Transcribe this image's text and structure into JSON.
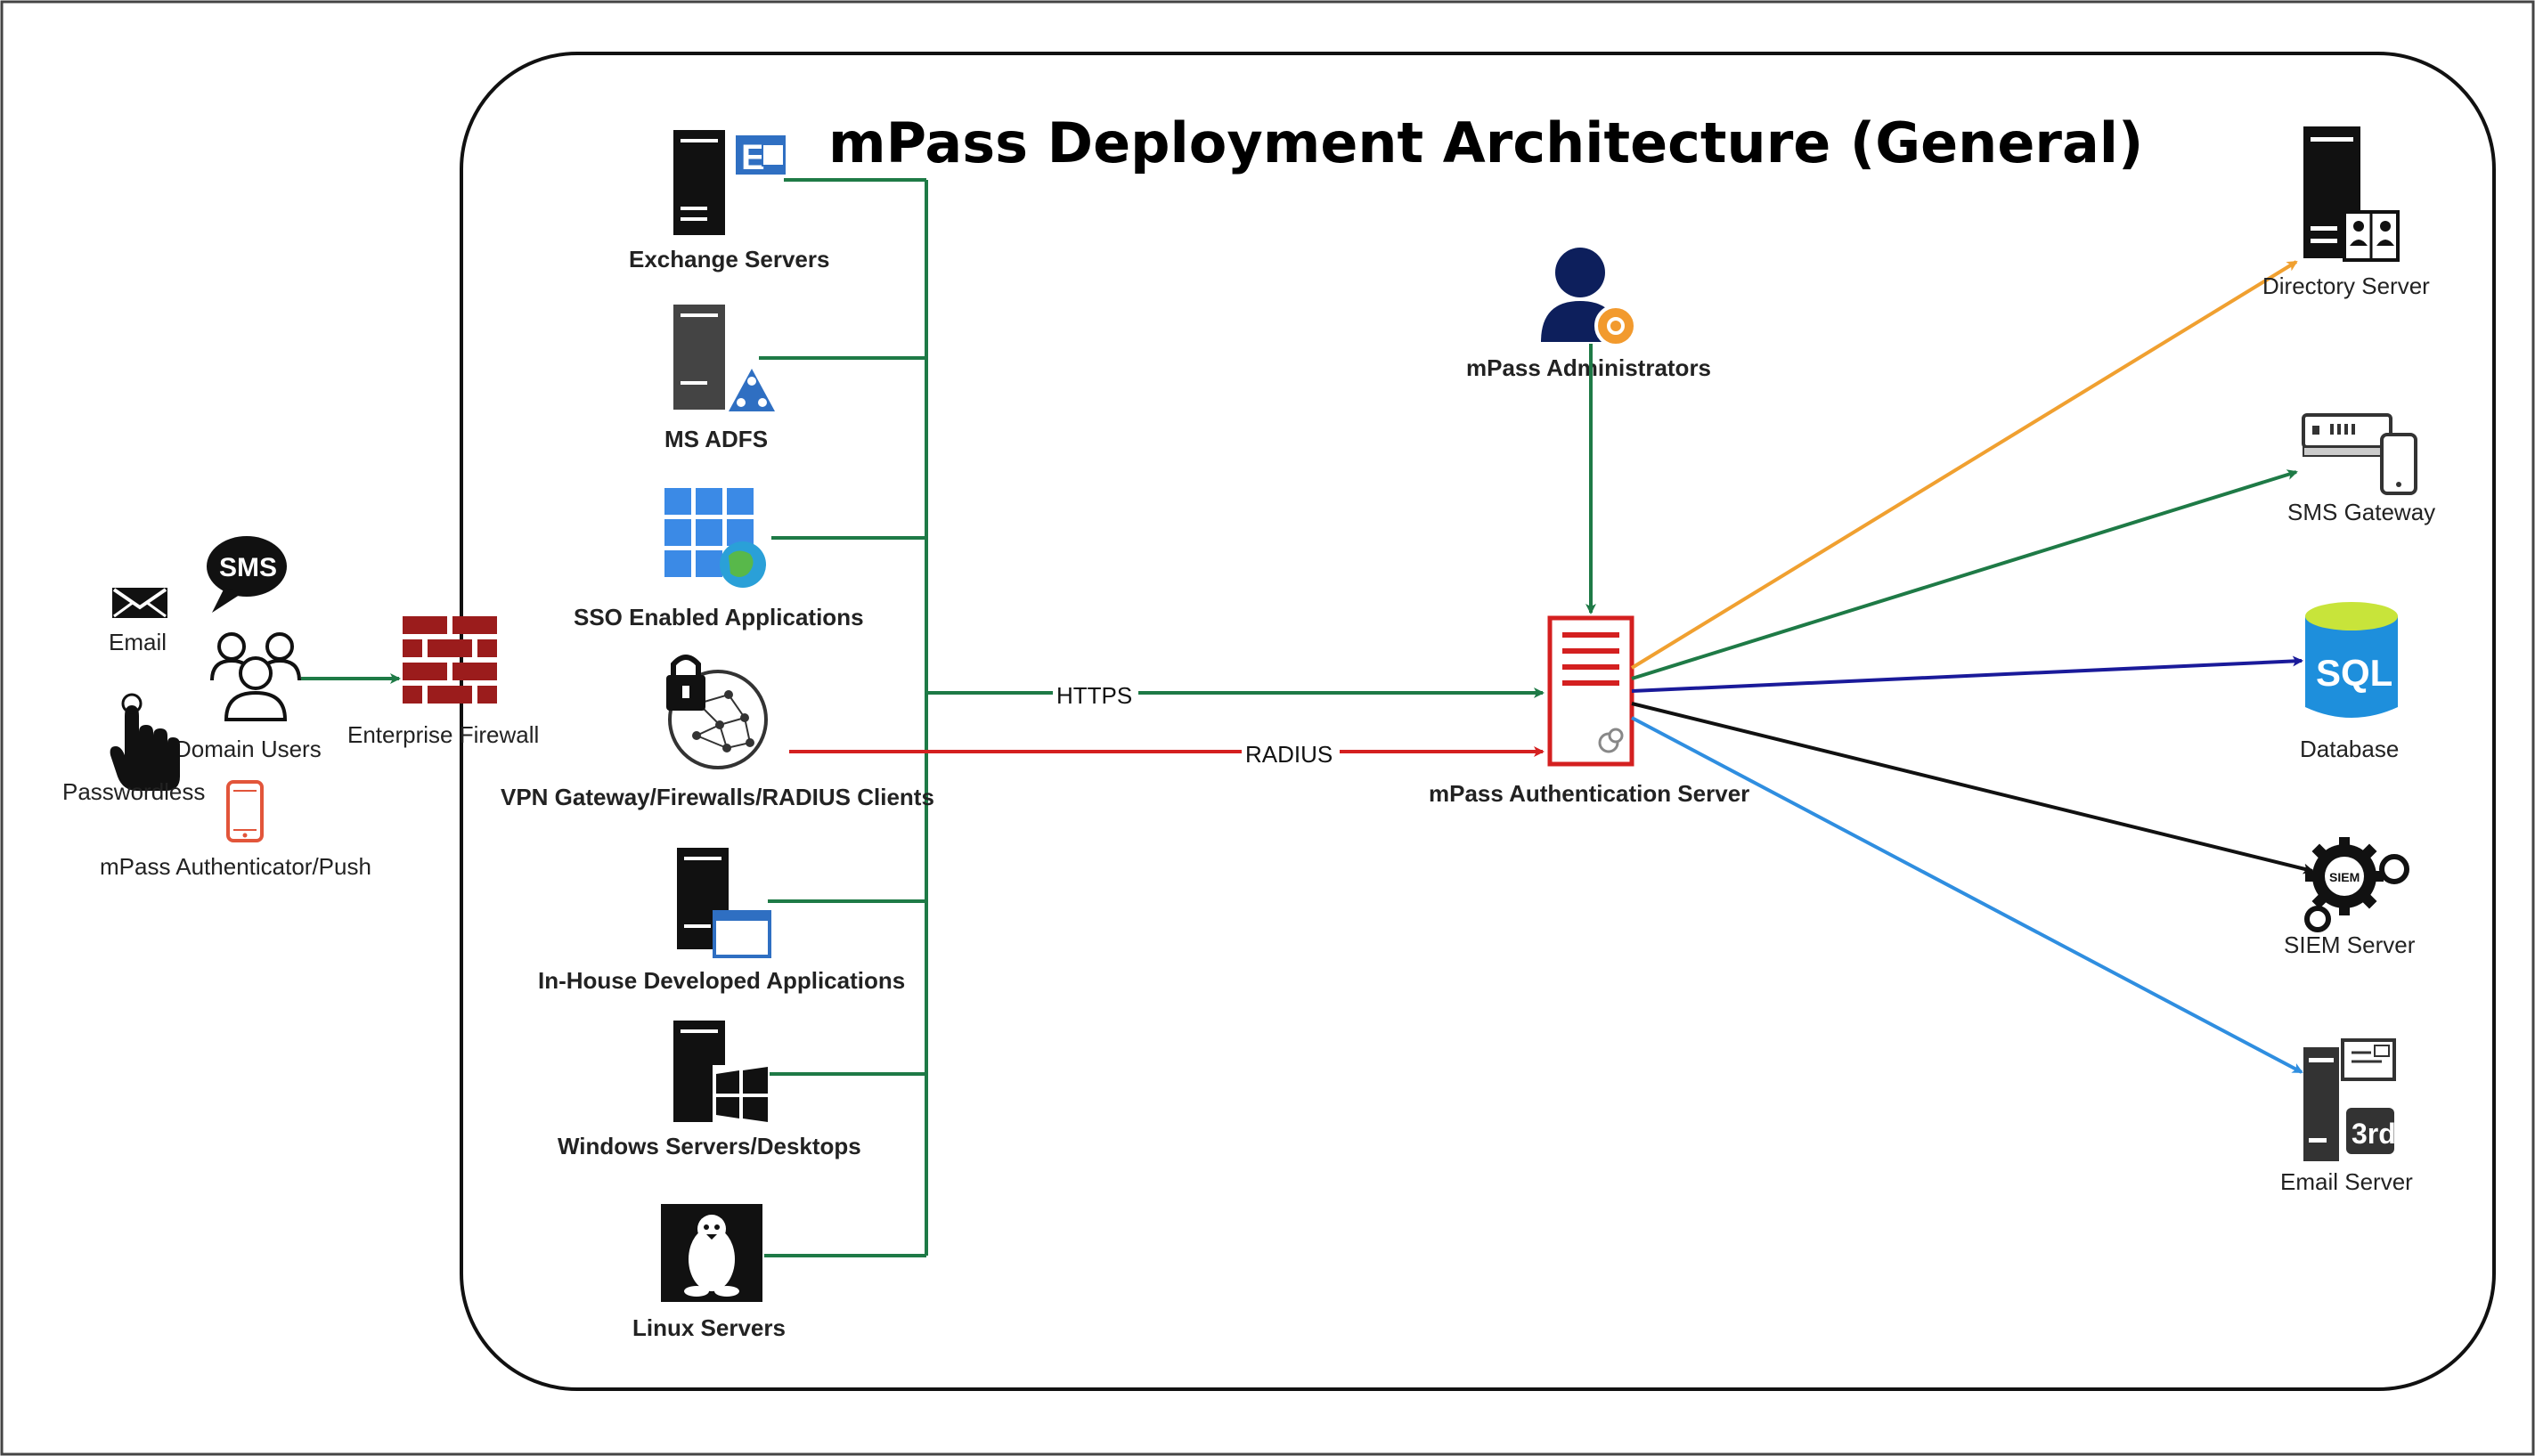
{
  "title": "mPass Deployment Architecture (General)",
  "left_group": {
    "email": "Email",
    "sms_bubble": "SMS",
    "domain_users": "Domain Users",
    "passwordless": "Passwordless",
    "authenticator": "mPass Authenticator/Push",
    "firewall": "Enterprise Firewall"
  },
  "clients": [
    {
      "label": "Exchange Servers",
      "icon": "exchange-server-icon"
    },
    {
      "label": "MS ADFS",
      "icon": "adfs-server-icon"
    },
    {
      "label": "SSO Enabled Applications",
      "icon": "sso-apps-icon"
    },
    {
      "label": "VPN Gateway/Firewalls/RADIUS Clients",
      "icon": "vpn-gateway-icon"
    },
    {
      "label": "In-House Developed Applications",
      "icon": "inhouse-apps-icon"
    },
    {
      "label": "Windows Servers/Desktops",
      "icon": "windows-server-icon"
    },
    {
      "label": "Linux Servers",
      "icon": "linux-server-icon"
    }
  ],
  "edges": {
    "https": "HTTPS",
    "radius": "RADIUS"
  },
  "center": {
    "admins": "mPass Administrators",
    "auth_server": "mPass Authentication Server"
  },
  "targets": [
    {
      "label": "Directory Server",
      "icon": "directory-server-icon",
      "color": "#f0a030"
    },
    {
      "label": "SMS Gateway",
      "icon": "sms-gateway-icon",
      "color": "#1e7a46"
    },
    {
      "label": "Database",
      "icon": "sql-database-icon",
      "color": "#1a1a9a"
    },
    {
      "label": "SIEM Server",
      "icon": "siem-gear-icon",
      "color": "#111111"
    },
    {
      "label": "Email Server",
      "icon": "email-server-icon",
      "color": "#2f8ee0"
    }
  ],
  "icon_texts": {
    "sql": "SQL",
    "siem": "SIEM",
    "third": "3rd"
  },
  "colors": {
    "green": "#1e7a46",
    "red": "#d42020",
    "firewall": "#9b1c1c",
    "admin_blue": "#0d1f5c",
    "admin_gear": "#f29a2e",
    "sql_blue": "#1e8fdc"
  }
}
